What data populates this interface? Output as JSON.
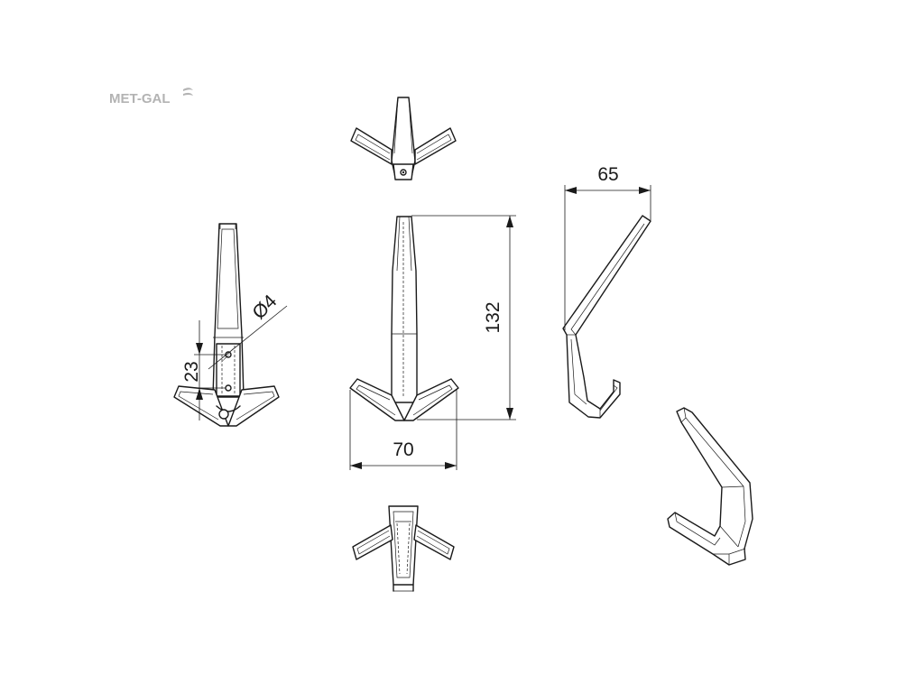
{
  "brand": {
    "logo_text": "MET-GAL",
    "logo_color": "#b3b3b3"
  },
  "dimensions": {
    "height": "132",
    "width": "70",
    "depth": "65",
    "hole_spacing": "23",
    "hole_diameter": "Ø4"
  },
  "colors": {
    "line": "#1a1a1a",
    "background": "#ffffff"
  }
}
